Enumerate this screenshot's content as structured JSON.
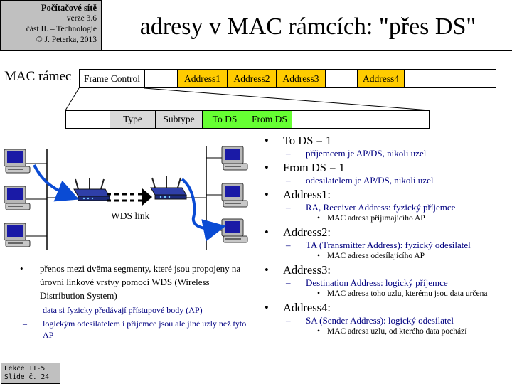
{
  "header": {
    "course": "Počítačové sítě",
    "version": "verze 3.6",
    "part": "část II. – Technologie",
    "copyright": "© J. Peterka, 2013",
    "title": "adresy v MAC rámcích: \"přes DS\""
  },
  "frame": {
    "label": "MAC rámec",
    "fields": [
      "Frame Control",
      "",
      "Address1",
      "Address2",
      "Address3",
      "",
      "Address4",
      ""
    ],
    "subfields": [
      "",
      "Type",
      "Subtype",
      "To DS",
      "From DS",
      ""
    ]
  },
  "colors": {
    "address": "#ffcc00",
    "ds_flag": "#66ff33",
    "gray_cell": "#d9d9d9",
    "corner_bg": "#c0c0c0",
    "arrow_blue": "#0a4bd4",
    "text_blue": "#000080"
  },
  "diagram": {
    "link_label": "WDS link",
    "icons": [
      "computer-icon",
      "wireless-router-icon",
      "arrow-icon"
    ]
  },
  "left_bullets": {
    "main": "přenos mezi dvěma segmenty, které jsou propojeny na úrovni linkové vrstvy pomocí WDS (Wireless Distribution System)",
    "sub": [
      "data si fyzicky předávají přístupové body (AP)",
      "logickým odesilatelem i příjemce jsou ale jiné uzly než tyto AP"
    ]
  },
  "right_bullets": [
    {
      "text": "To DS = 1",
      "subs": [
        {
          "text": "příjemcem je AP/DS, nikoli uzel",
          "subs": []
        }
      ]
    },
    {
      "text": "From DS = 1",
      "subs": [
        {
          "text": "odesilatelem je AP/DS, nikoli uzel",
          "subs": []
        }
      ]
    },
    {
      "text": "Address1:",
      "subs": [
        {
          "text": "RA, Receiver Address: fyzický příjemce",
          "subs": [
            "MAC adresa přijímajícího AP"
          ]
        }
      ]
    },
    {
      "text": "Address2:",
      "subs": [
        {
          "text": "TA (Transmitter Address): fyzický odesilatel",
          "subs": [
            "MAC adresa odesílajícího AP"
          ]
        }
      ]
    },
    {
      "text": "Address3:",
      "subs": [
        {
          "text": "Destination Address: logický příjemce",
          "subs": [
            "MAC adresa toho uzlu, kterému jsou data určena"
          ]
        }
      ]
    },
    {
      "text": "Address4:",
      "subs": [
        {
          "text": "SA (Sender Address): logický odesilatel",
          "subs": [
            "MAC adresa uzlu, od kterého data pochází"
          ]
        }
      ]
    }
  ],
  "footer": {
    "lesson": "Lekce II-5",
    "slide": "Slide č. 24"
  }
}
